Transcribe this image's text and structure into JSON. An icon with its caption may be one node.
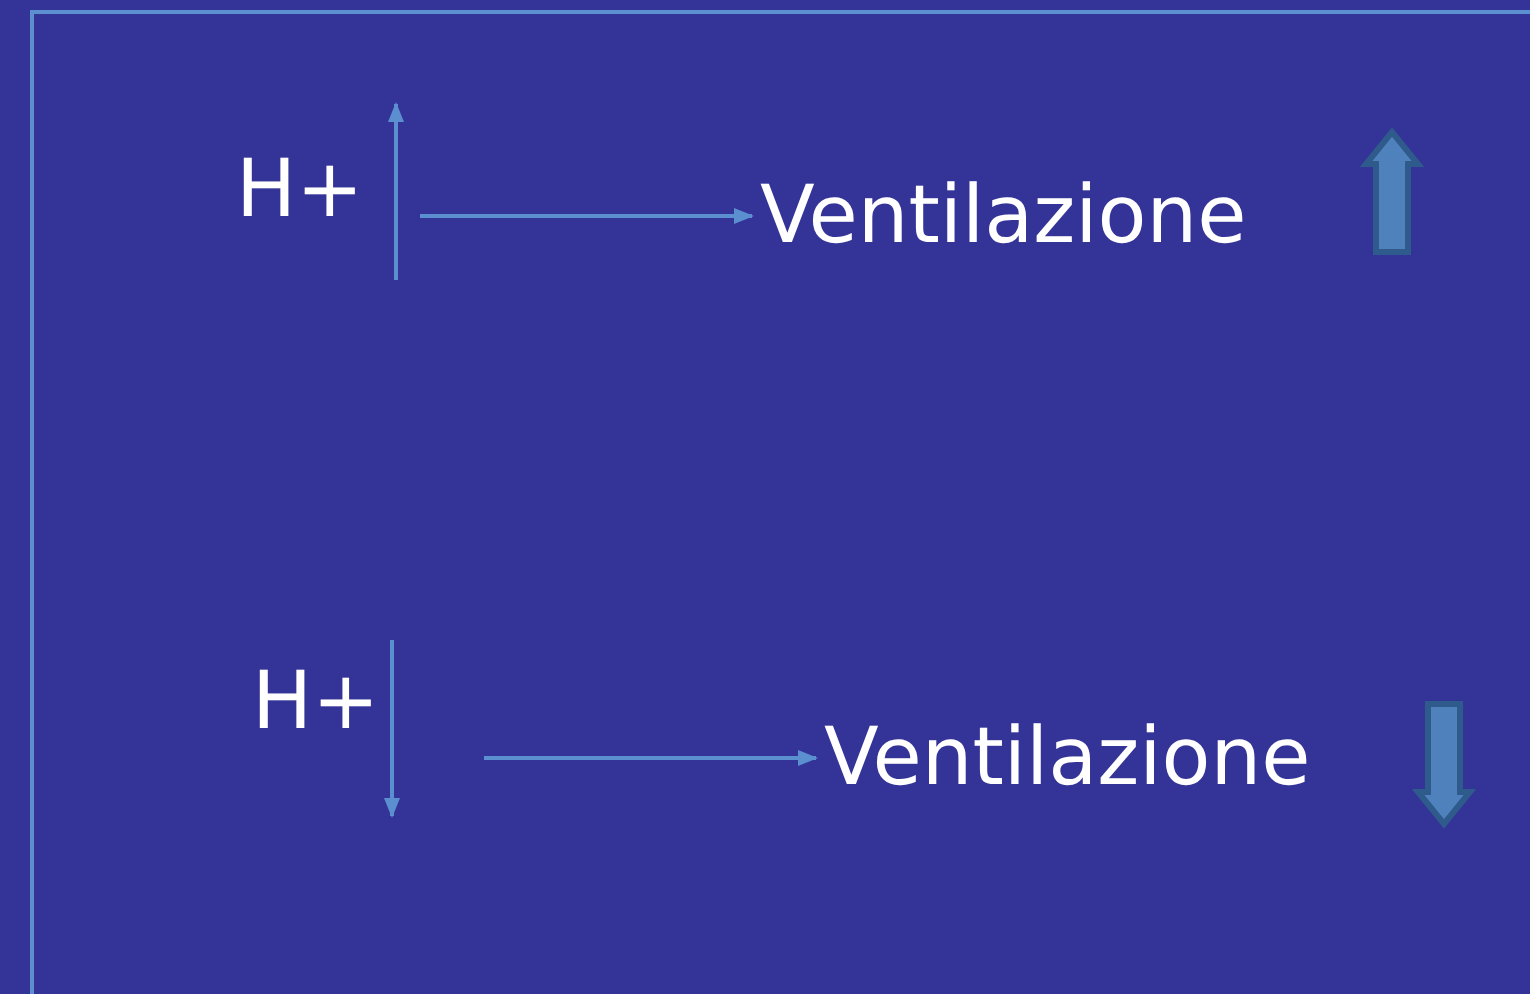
{
  "diagram": {
    "nodes": [
      {
        "text": [
          "H+"
        ]
      },
      {
        "text": [
          "Ventilazione"
        ]
      },
      {
        "text": [
          "H+"
        ]
      },
      {
        "text": [
          "Ventilazione"
        ]
      }
    ],
    "edges": [
      {
        "from": 0,
        "to": 1,
        "arrow": "to"
      },
      {
        "from": 2,
        "to": 3,
        "arrow": "to"
      }
    ]
  }
}
